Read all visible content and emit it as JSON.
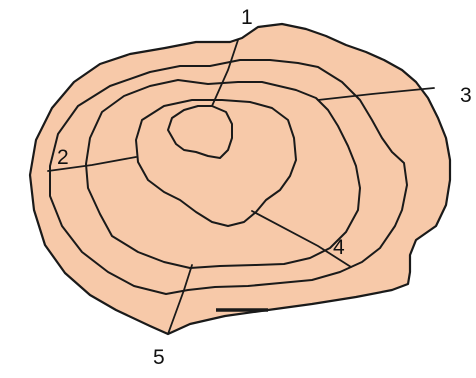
{
  "labels": [
    "1",
    "2",
    "3",
    "4",
    "5"
  ],
  "colors": {
    "fill": "#f7c9a9",
    "stroke": "#1a1a1a"
  }
}
